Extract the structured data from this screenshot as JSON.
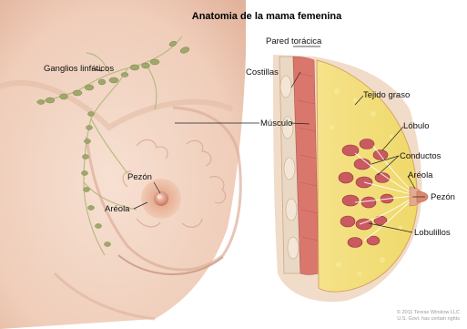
{
  "title": "Anatomia de la mama femenina",
  "labels": {
    "pared_toracica": "Pared torácica",
    "ganglios": "Ganglios linfáticos",
    "costillas": "Costillas",
    "musculo": "Músculo",
    "tejido_graso": "Tejido graso",
    "lobulo": "Lóbulo",
    "conductos": "Conductos",
    "areola_right": "Aréola",
    "pezon_right": "Pezón",
    "lobulillos": "Lobulillos",
    "pezon_left": "Pezón",
    "areola_left": "Aréola"
  },
  "copyright": {
    "line1": "© 2011 Terese Winslow LLC",
    "line2": "U.S. Govt. has certain rights"
  },
  "colors": {
    "skin": "#f3d6c6",
    "skin_shadow": "#dcae98",
    "areola": "#e5a98d",
    "nipple": "#d98a6e",
    "lymph_node": "#9fa86b",
    "lymph_vessel": "#b8bb82",
    "fat": "#f2e27a",
    "lobule": "#c95a60",
    "muscle": "#d9776d",
    "rib": "#e9d8c4"
  }
}
